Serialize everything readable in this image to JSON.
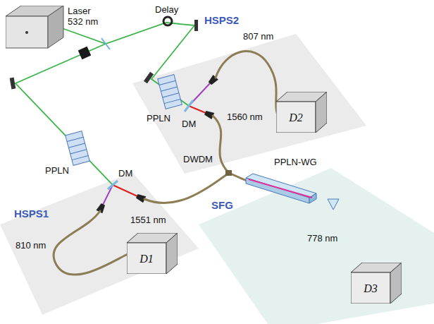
{
  "diagram": {
    "nodes": [
      {
        "text": [
          "Laser 532 nm"
        ]
      },
      {
        "text": [
          "D2"
        ]
      },
      {
        "text": [
          "D1"
        ]
      },
      {
        "text": [
          "PPLN-WG"
        ]
      },
      {
        "text": [
          "D3"
        ]
      }
    ],
    "edges": [
      {
        "from": 3,
        "to": 4,
        "arrow": "none"
      }
    ],
    "labels": [
      "Delay",
      "HSPS2",
      "807 nm",
      "PPLN",
      "DM",
      "1560 nm",
      "DWDM",
      "PPLN",
      "DM",
      "HSPS1",
      "1551 nm",
      "SFG",
      "810 nm",
      "778 nm"
    ]
  }
}
